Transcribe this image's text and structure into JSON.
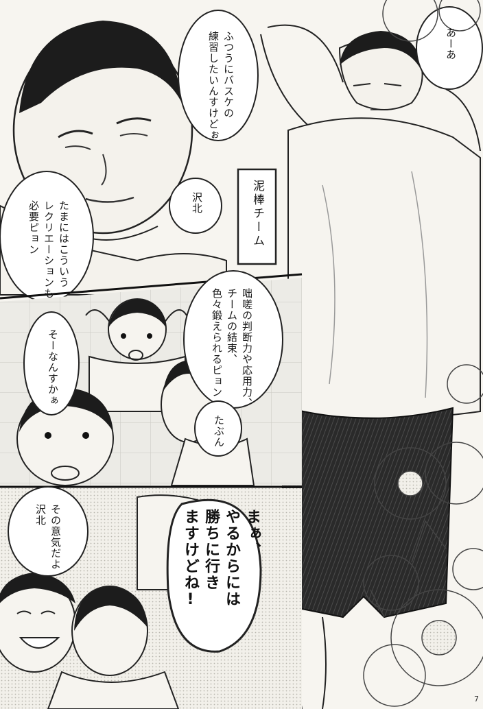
{
  "panel1": {
    "bubble_aa": "あーあ",
    "bubble_basket": "ふつうにバスケの\n練習したいんすけどぉ",
    "bubble_sawakita": "沢北",
    "bubble_recreation": "たまにはこういう\nレクリエーションも\n必要ピョン",
    "caption_team": "泥棒チーム"
  },
  "panel2": {
    "bubble_judgment": "咄嗟の判断力や応用力、\nチームの結束、\n色々鍛えられるピョン",
    "bubble_sonan": "そーなんすかぁ",
    "bubble_tabun": "たぶん"
  },
  "panel3": {
    "bubble_iki": "その意気だよ\n沢北",
    "bubble_win": "まぁ、\nやるからには\n勝ちに行き\nますけどね!"
  },
  "page_number": "7"
}
